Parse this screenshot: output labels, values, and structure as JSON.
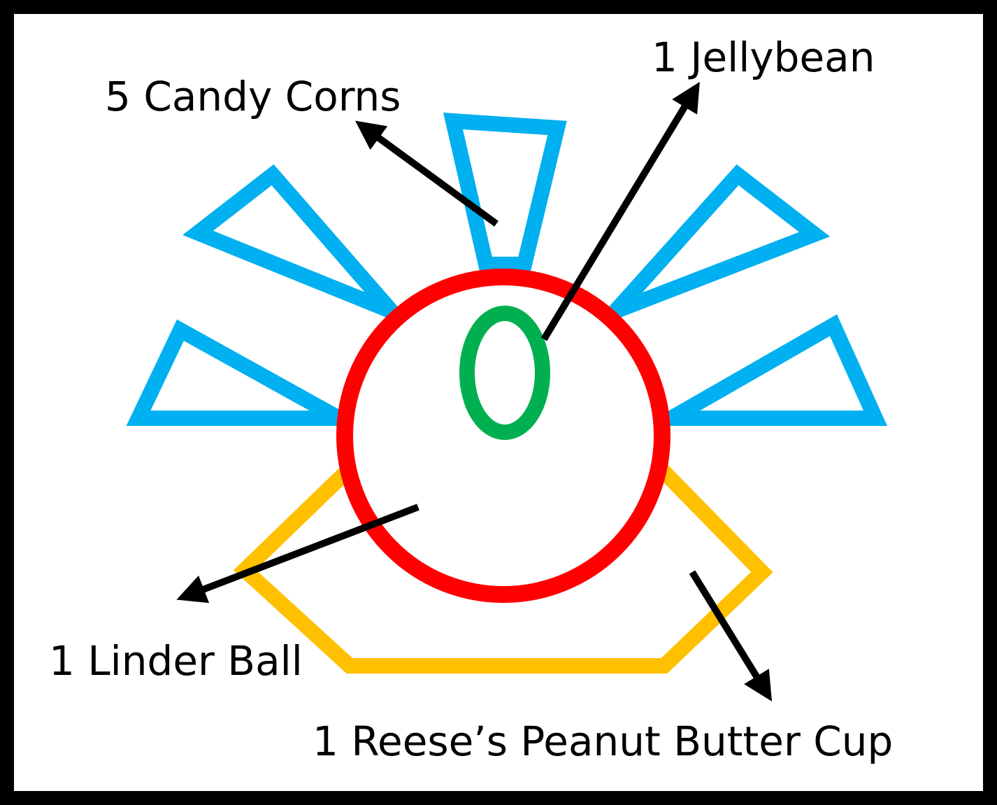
{
  "labels": {
    "candy_corns": "5 Candy Corns",
    "jellybean": "1 Jellybean",
    "linder_ball": "1 Linder Ball",
    "peanut_butter_cup": "1 Reese’s Peanut Butter Cup"
  },
  "colors": {
    "frame": "#000000",
    "background": "#ffffff",
    "candy_corn": "#00b0f0",
    "linder_ball": "#ff0000",
    "jellybean": "#00b050",
    "peanut_butter_cup": "#ffc000",
    "arrow": "#000000"
  }
}
